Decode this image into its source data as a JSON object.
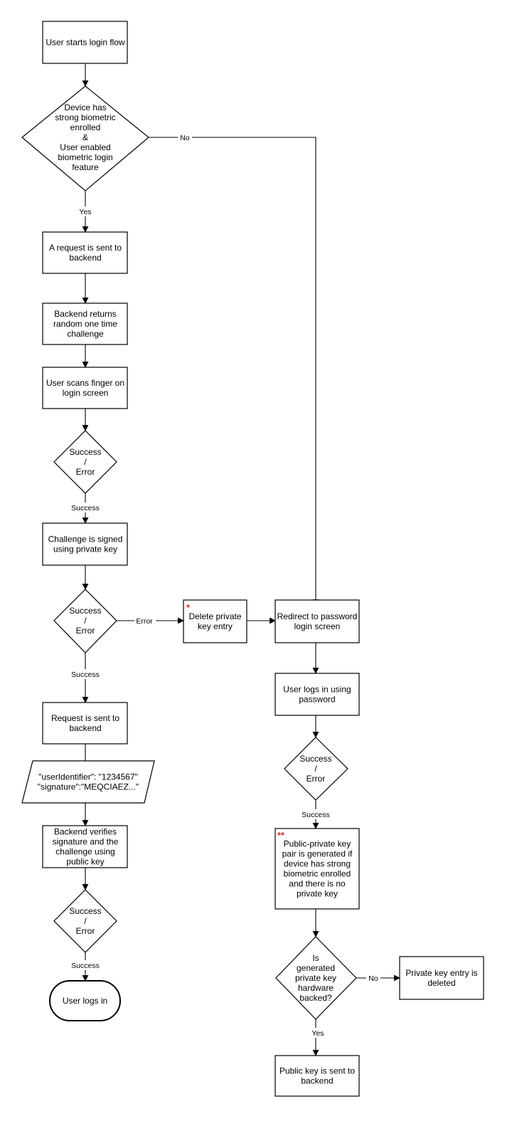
{
  "nodes": {
    "start": [
      "User starts login flow"
    ],
    "d1": [
      "Device has",
      "strong biometric",
      "enrolled",
      "&",
      "User enabled",
      "biometric login",
      "feature"
    ],
    "req1": [
      "A request is sent to",
      "backend"
    ],
    "challenge": [
      "Backend returns",
      "random one time",
      "challenge"
    ],
    "scan": [
      "User scans finger on",
      "login screen"
    ],
    "d2": [
      "Success",
      "/",
      "Error"
    ],
    "sign": [
      "Challenge is signed",
      "using private key"
    ],
    "d3": [
      "Success",
      "/",
      "Error"
    ],
    "req2": [
      "Request is sent to",
      "backend"
    ],
    "payload": [
      "\"userIdentifier\": \"1234567\"",
      "\"signature\":\"MEQCIAEZ...\""
    ],
    "verify": [
      "Backend verifies",
      "signature and the",
      "challenge using",
      "public key"
    ],
    "d4": [
      "Success",
      "/",
      "Error"
    ],
    "end": [
      "User logs in"
    ],
    "delete": [
      "Delete private",
      "key entry"
    ],
    "redirect": [
      "Redirect to password",
      "login screen"
    ],
    "pwlogin": [
      "User logs in using",
      "password"
    ],
    "d5": [
      "Success",
      "/",
      "Error"
    ],
    "generate": [
      "Public-private key",
      "pair is generated if",
      "device has strong",
      "biometric enrolled",
      "and there is no",
      "private key"
    ],
    "d6": [
      "Is",
      "generated",
      "private key",
      "hardware",
      "backed?"
    ],
    "deleted": [
      "Private key entry is",
      "deleted"
    ],
    "sendpub": [
      "Public key is sent to",
      "backend"
    ]
  },
  "markers": {
    "delete": "*",
    "generate": "**"
  },
  "edge_labels": {
    "no1": "No",
    "yes1": "Yes",
    "success1": "Success",
    "error1": "Error",
    "success2": "Success",
    "success3": "Success",
    "success4": "Success",
    "no2": "No",
    "yes2": "Yes"
  }
}
